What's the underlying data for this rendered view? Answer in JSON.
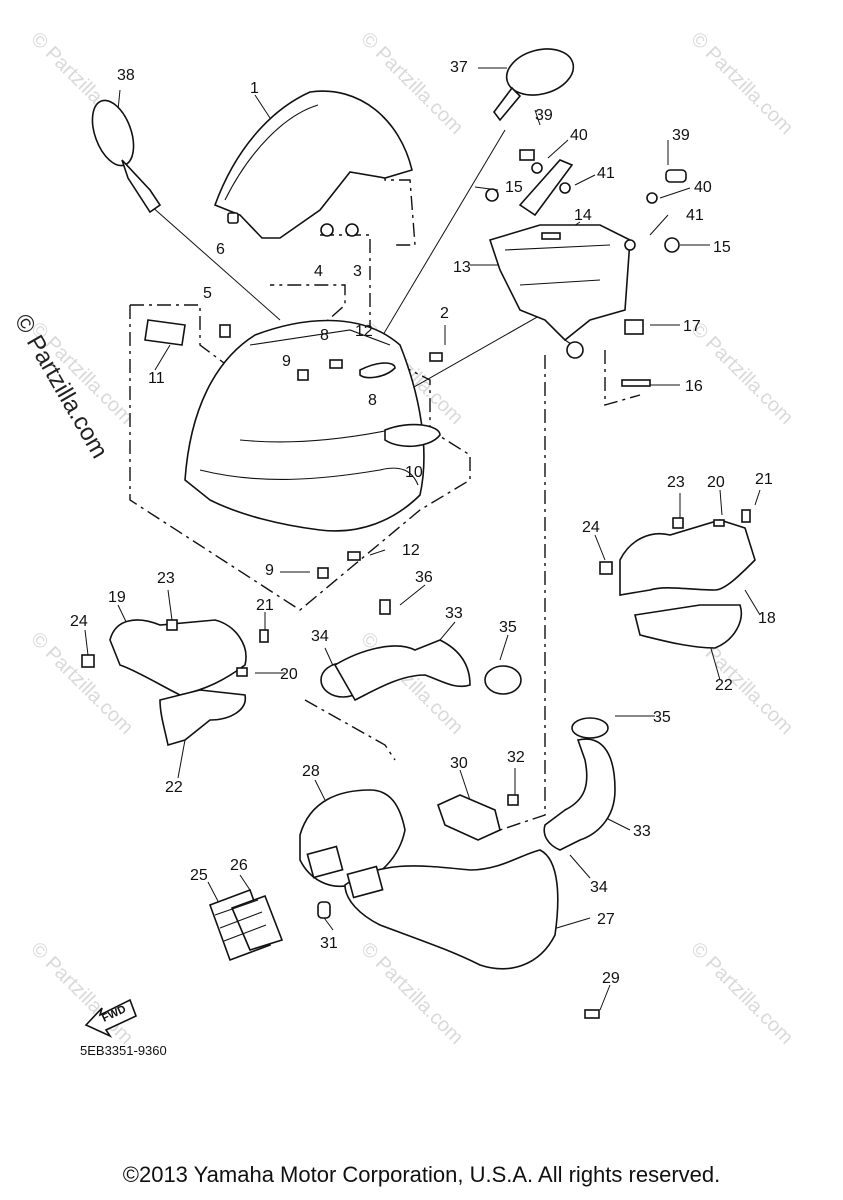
{
  "watermark": {
    "text": "© Partzilla.com",
    "vertical_text": "© Partzilla.com"
  },
  "diagram": {
    "fwd_label": "FWD",
    "drawing_code": "5EB3351-9360",
    "callouts": [
      {
        "id": "1",
        "text": "1"
      },
      {
        "id": "2",
        "text": "2"
      },
      {
        "id": "3",
        "text": "3"
      },
      {
        "id": "4",
        "text": "4"
      },
      {
        "id": "5",
        "text": "5"
      },
      {
        "id": "6",
        "text": "6"
      },
      {
        "id": "8a",
        "text": "8"
      },
      {
        "id": "8b",
        "text": "8"
      },
      {
        "id": "9a",
        "text": "9"
      },
      {
        "id": "9b",
        "text": "9"
      },
      {
        "id": "10",
        "text": "10"
      },
      {
        "id": "11",
        "text": "11"
      },
      {
        "id": "12a",
        "text": "12"
      },
      {
        "id": "12b",
        "text": "12"
      },
      {
        "id": "13",
        "text": "13"
      },
      {
        "id": "14",
        "text": "14"
      },
      {
        "id": "15a",
        "text": "15"
      },
      {
        "id": "15b",
        "text": "15"
      },
      {
        "id": "16",
        "text": "16"
      },
      {
        "id": "17",
        "text": "17"
      },
      {
        "id": "18",
        "text": "18"
      },
      {
        "id": "19",
        "text": "19"
      },
      {
        "id": "20a",
        "text": "20"
      },
      {
        "id": "20b",
        "text": "20"
      },
      {
        "id": "21a",
        "text": "21"
      },
      {
        "id": "21b",
        "text": "21"
      },
      {
        "id": "22a",
        "text": "22"
      },
      {
        "id": "22b",
        "text": "22"
      },
      {
        "id": "23a",
        "text": "23"
      },
      {
        "id": "23b",
        "text": "23"
      },
      {
        "id": "24a",
        "text": "24"
      },
      {
        "id": "24b",
        "text": "24"
      },
      {
        "id": "25",
        "text": "25"
      },
      {
        "id": "26",
        "text": "26"
      },
      {
        "id": "27",
        "text": "27"
      },
      {
        "id": "28",
        "text": "28"
      },
      {
        "id": "29",
        "text": "29"
      },
      {
        "id": "30",
        "text": "30"
      },
      {
        "id": "31",
        "text": "31"
      },
      {
        "id": "32",
        "text": "32"
      },
      {
        "id": "33a",
        "text": "33"
      },
      {
        "id": "33b",
        "text": "33"
      },
      {
        "id": "34a",
        "text": "34"
      },
      {
        "id": "34b",
        "text": "34"
      },
      {
        "id": "35a",
        "text": "35"
      },
      {
        "id": "35b",
        "text": "35"
      },
      {
        "id": "36",
        "text": "36"
      },
      {
        "id": "37",
        "text": "37"
      },
      {
        "id": "38",
        "text": "38"
      },
      {
        "id": "39a",
        "text": "39"
      },
      {
        "id": "39b",
        "text": "39"
      },
      {
        "id": "40a",
        "text": "40"
      },
      {
        "id": "40b",
        "text": "40"
      },
      {
        "id": "41a",
        "text": "41"
      },
      {
        "id": "41b",
        "text": "41"
      }
    ]
  },
  "footer": {
    "copyright": "©2013 Yamaha Motor Corporation, U.S.A. All rights reserved."
  }
}
